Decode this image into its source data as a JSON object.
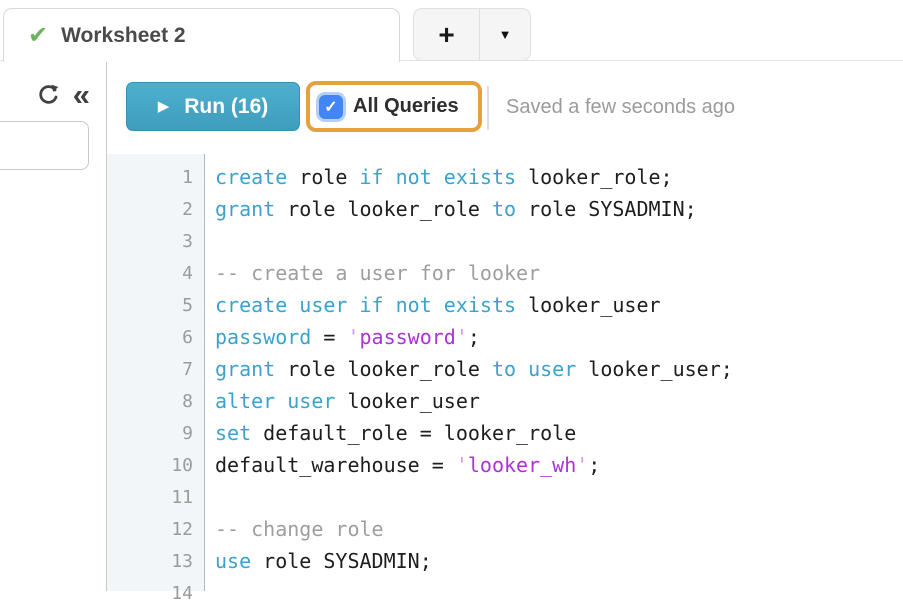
{
  "tab_bar": {
    "active_tab": {
      "label": "Worksheet 2"
    },
    "new_tab_icon": "+",
    "tab_menu_icon": "▼"
  },
  "icons": {
    "tab_check": "✔",
    "collapse": "«",
    "play": "▶",
    "checkbox_check": "✓"
  },
  "toolbar": {
    "run_button_label": "Run (16)",
    "all_queries": {
      "label": "All Queries",
      "checked": true
    },
    "saved_status": "Saved a few seconds ago"
  },
  "editor": {
    "lines": [
      {
        "num": "1",
        "tokens": [
          {
            "c": "kw",
            "t": "create"
          },
          {
            "c": "txt",
            "t": " role "
          },
          {
            "c": "kw",
            "t": "if not exists"
          },
          {
            "c": "txt",
            "t": " looker_role;"
          }
        ]
      },
      {
        "num": "2",
        "tokens": [
          {
            "c": "kw",
            "t": "grant"
          },
          {
            "c": "txt",
            "t": " role looker_role "
          },
          {
            "c": "kw",
            "t": "to"
          },
          {
            "c": "txt",
            "t": " role SYSADMIN;"
          }
        ]
      },
      {
        "num": "3",
        "tokens": []
      },
      {
        "num": "4",
        "tokens": [
          {
            "c": "com",
            "t": "-- create a user for looker"
          }
        ]
      },
      {
        "num": "5",
        "tokens": [
          {
            "c": "kw",
            "t": "create user if not exists"
          },
          {
            "c": "txt",
            "t": " looker_user"
          }
        ]
      },
      {
        "num": "6",
        "tokens": [
          {
            "c": "kw",
            "t": "password"
          },
          {
            "c": "txt",
            "t": " = "
          },
          {
            "c": "strq",
            "t": "'"
          },
          {
            "c": "str",
            "t": "password"
          },
          {
            "c": "strq",
            "t": "'"
          },
          {
            "c": "txt",
            "t": ";"
          }
        ]
      },
      {
        "num": "7",
        "tokens": [
          {
            "c": "kw",
            "t": "grant"
          },
          {
            "c": "txt",
            "t": " role looker_role "
          },
          {
            "c": "kw",
            "t": "to user"
          },
          {
            "c": "txt",
            "t": " looker_user;"
          }
        ]
      },
      {
        "num": "8",
        "tokens": [
          {
            "c": "kw",
            "t": "alter user"
          },
          {
            "c": "txt",
            "t": " looker_user"
          }
        ]
      },
      {
        "num": "9",
        "tokens": [
          {
            "c": "kw",
            "t": "set"
          },
          {
            "c": "txt",
            "t": " default_role = looker_role"
          }
        ]
      },
      {
        "num": "10",
        "tokens": [
          {
            "c": "txt",
            "t": "default_warehouse = "
          },
          {
            "c": "strq",
            "t": "'"
          },
          {
            "c": "str",
            "t": "looker_wh"
          },
          {
            "c": "strq",
            "t": "'"
          },
          {
            "c": "txt",
            "t": ";"
          }
        ]
      },
      {
        "num": "11",
        "tokens": []
      },
      {
        "num": "12",
        "tokens": [
          {
            "c": "com",
            "t": "-- change role"
          }
        ]
      },
      {
        "num": "13",
        "tokens": [
          {
            "c": "kw",
            "t": "use"
          },
          {
            "c": "txt",
            "t": " role SYSADMIN;"
          }
        ]
      },
      {
        "num": "14",
        "tokens": []
      }
    ]
  },
  "colors": {
    "run_button_teal": "#45a6c6",
    "annotation_orange": "#e7a13c",
    "checkbox_blue": "#4285f4",
    "keyword_blue": "#3aa3c9",
    "string_purple": "#ac32d6",
    "comment_gray": "#9e9e9e",
    "check_green": "#6bb35e"
  }
}
